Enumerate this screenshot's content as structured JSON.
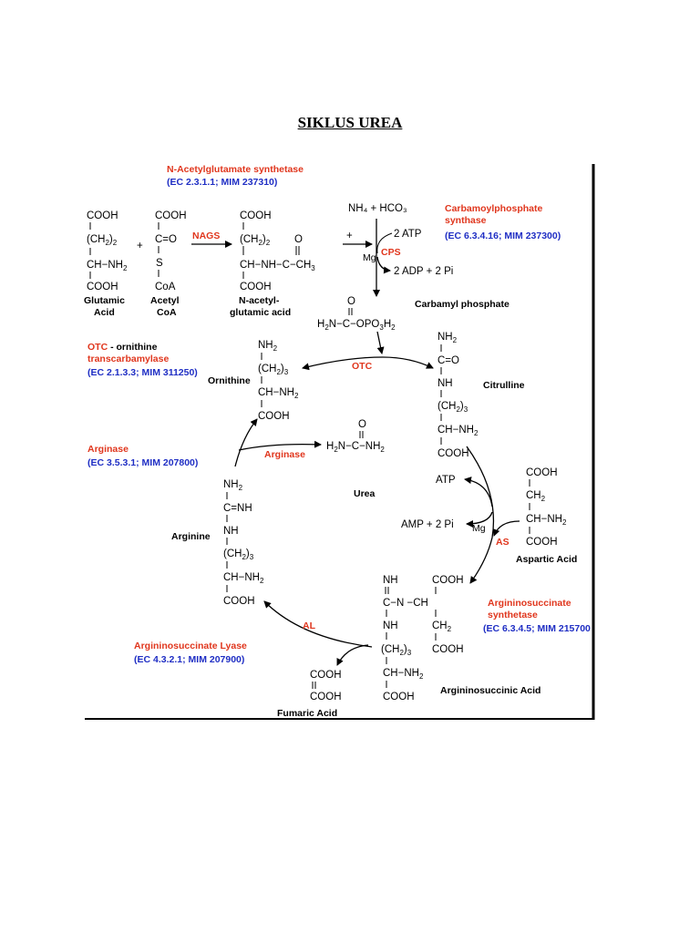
{
  "title": "SIKLUS UREA",
  "enzymes": {
    "nags": {
      "name": "N-Acetylglutamate synthetase",
      "ec": "(EC 2.3.1.1; MIM 237310)",
      "abbr": "NAGS"
    },
    "cps": {
      "name1": "Carbamoylphosphate",
      "name2": "synthase",
      "ec": "(EC 6.3.4.16; MIM 237300)",
      "abbr": "CPS"
    },
    "otc": {
      "name1": "OTC",
      "name1b": " - ornithine",
      "name2": "transcarbamylase",
      "ec": "(EC 2.1.3.3; MIM 311250)",
      "abbr": "OTC"
    },
    "arg": {
      "name": "Arginase",
      "ec": "(EC 3.5.3.1; MIM 207800)",
      "abbr": "Arginase"
    },
    "as": {
      "name1": "Argininosuccinate",
      "name2": "synthetase",
      "ec": "(EC 6.3.4.5; MIM 215700",
      "abbr": "AS"
    },
    "al": {
      "name": "Argininosuccinate Lyase",
      "ec": "(EC 4.3.2.1; MIM 207900)",
      "abbr": "AL"
    }
  },
  "compounds": {
    "glutamic": [
      "Glutamic",
      "Acid"
    ],
    "acetyl": [
      "Acetyl",
      "CoA"
    ],
    "nacetyl": [
      "N-acetyl-",
      "glutamic acid"
    ],
    "carbamyl_phosphate": "Carbamyl phosphate",
    "citrulline": "Citrulline",
    "ornithine": "Ornithine",
    "urea": "Urea",
    "arginine": "Arginine",
    "aspartic": "Aspartic Acid",
    "argininosuccinic": "Argininosuccinic Acid",
    "fumaric": "Fumaric Acid"
  },
  "cofactors": {
    "nh4_hco3": "NH₄ + HCO₃",
    "plus": "+",
    "atp2": "2 ATP",
    "mg": "Mg",
    "adp_pi": "2 ADP + 2 Pi",
    "atp": "ATP",
    "amp_pi": "AMP + 2 Pi"
  }
}
